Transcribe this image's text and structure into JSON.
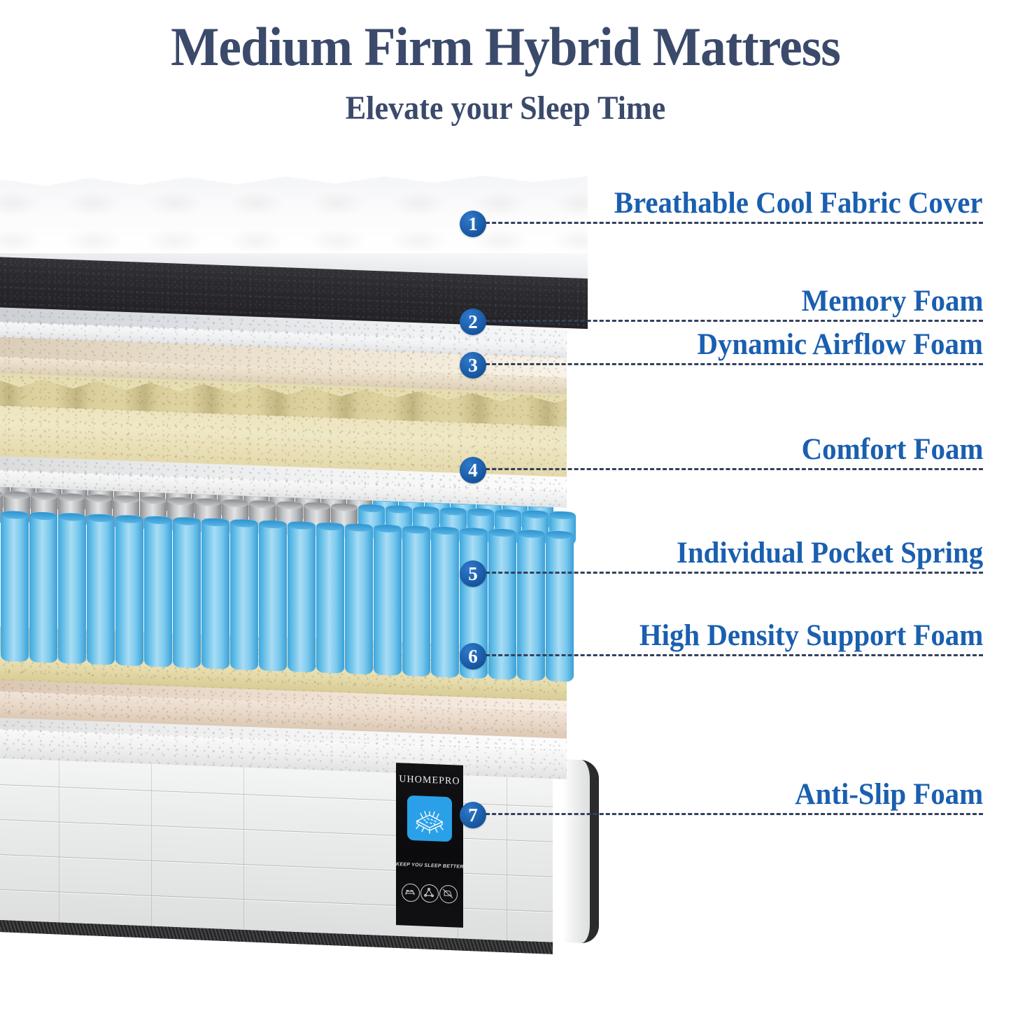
{
  "header": {
    "title": "Medium Firm Hybrid Mattress",
    "subtitle": "Elevate your Sleep Time"
  },
  "colors": {
    "title_navy": "#3b4a6b",
    "label_blue": "#1a5fb0",
    "badge_blue": "#15549d",
    "dash_navy": "#33415e",
    "spring_blue": "#6ec3ea",
    "tag_tile_blue": "#2aa0e8",
    "background": "#ffffff"
  },
  "callouts": [
    {
      "number": "1",
      "label": "Breathable Cool Fabric Cover"
    },
    {
      "number": "2",
      "label": "Memory Foam"
    },
    {
      "number": "3",
      "label": "Dynamic Airflow Foam"
    },
    {
      "number": "4",
      "label": "Comfort Foam"
    },
    {
      "number": "5",
      "label": "Individual Pocket Spring"
    },
    {
      "number": "6",
      "label": "High Density Support Foam"
    },
    {
      "number": "7",
      "label": "Anti-Slip Foam"
    }
  ],
  "brand_tag": {
    "brand": "UHOMEPRO",
    "slogan": "KEEP YOU SLEEP BETTER",
    "tile_icon": "mattress-airflow-icon",
    "care_icons": [
      "bed-icon",
      "triangle-support-icon",
      "no-iron-icon"
    ]
  }
}
